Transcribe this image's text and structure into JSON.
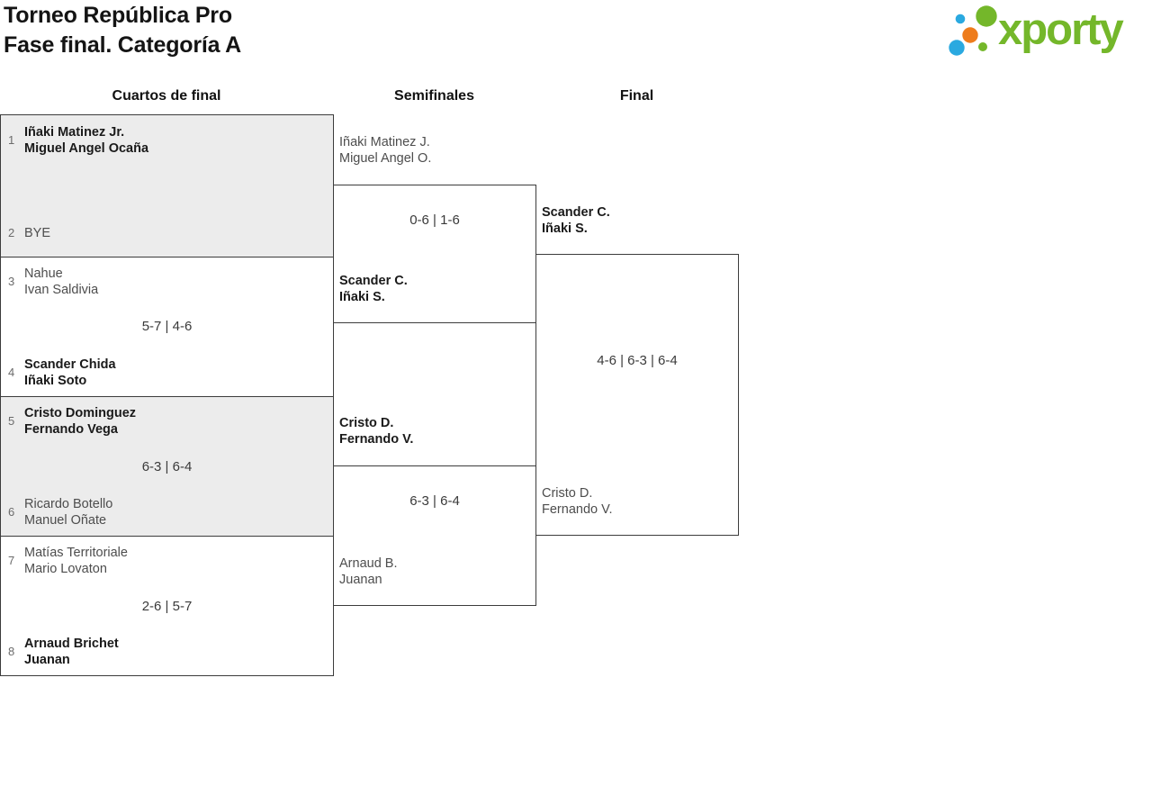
{
  "header": {
    "title_line1": "Torneo República Pro",
    "title_line2": "Fase final. Categoría A",
    "logo_text": "xporty"
  },
  "columns": [
    {
      "label": "Cuartos de final"
    },
    {
      "label": "Semifinales"
    },
    {
      "label": "Final"
    }
  ],
  "brand_colors": {
    "logo_green": "#74b72a",
    "logo_blue": "#2aa9e0",
    "logo_orange": "#ee7c1c"
  },
  "bracket_colors": {
    "winner_text": "#1a1a1a",
    "loser_text": "#4d4d4d",
    "block_fill_alt": "#ececec",
    "line": "#3c3c3c"
  },
  "quarterfinals": [
    {
      "seed1": "1",
      "team1_line1": "Iñaki Matinez Jr.",
      "team1_line2": "Miguel Angel Ocaña",
      "team1_winner": true,
      "seed2": "2",
      "team2_line1": "BYE",
      "team2_line2": "",
      "team2_winner": false,
      "score": ""
    },
    {
      "seed1": "3",
      "team1_line1": "Nahue",
      "team1_line2": "Ivan Saldivia",
      "team1_winner": false,
      "seed2": "4",
      "team2_line1": "Scander Chida",
      "team2_line2": "Iñaki Soto",
      "team2_winner": true,
      "score": "5-7 | 4-6"
    },
    {
      "seed1": "5",
      "team1_line1": "Cristo Dominguez",
      "team1_line2": "Fernando Vega",
      "team1_winner": true,
      "seed2": "6",
      "team2_line1": "Ricardo Botello",
      "team2_line2": "Manuel Oñate",
      "team2_winner": false,
      "score": "6-3 | 6-4"
    },
    {
      "seed1": "7",
      "team1_line1": "Matías Territoriale",
      "team1_line2": "Mario Lovaton",
      "team1_winner": false,
      "seed2": "8",
      "team2_line1": "Arnaud Brichet",
      "team2_line2": "Juanan",
      "team2_winner": true,
      "score": "2-6 | 5-7"
    }
  ],
  "semifinals": [
    {
      "team1_line1": "Iñaki Matinez J.",
      "team1_line2": "Miguel Angel O.",
      "team1_winner": false,
      "team2_line1": "Scander C.",
      "team2_line2": "Iñaki S.",
      "team2_winner": true,
      "score": "0-6 | 1-6"
    },
    {
      "team1_line1": "Cristo D.",
      "team1_line2": "Fernando V.",
      "team1_winner": true,
      "team2_line1": "Arnaud B.",
      "team2_line2": "Juanan",
      "team2_winner": false,
      "score": "6-3 | 6-4"
    }
  ],
  "final": {
    "team1_line1": "Scander C.",
    "team1_line2": "Iñaki S.",
    "team1_winner": true,
    "team2_line1": "Cristo D.",
    "team2_line2": "Fernando V.",
    "team2_winner": false,
    "score": "4-6 | 6-3 | 6-4"
  }
}
